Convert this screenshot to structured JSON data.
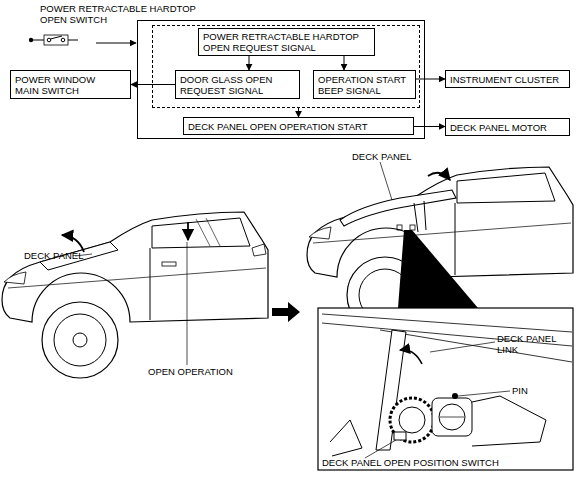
{
  "diagram": {
    "nodes": [
      {
        "text": []
      },
      {
        "text": [],
        "in": 0
      },
      {
        "text": [
          "POWER RETRACTABLE HARDTOP OPEN REQUEST SIGNAL"
        ],
        "in": 1
      },
      {
        "text": [
          "DOOR GLASS OPEN REQUEST SIGNAL"
        ],
        "in": 1
      },
      {
        "text": [
          "OPERATION START BEEP SIGNAL"
        ],
        "in": 1
      },
      {
        "text": [
          "DECK PANEL OPEN OPERATION START"
        ],
        "in": 0
      },
      {
        "text": [
          "POWER WINDOW MAIN SWITCH"
        ]
      },
      {
        "text": [
          "INSTRUMENT CLUSTER"
        ]
      },
      {
        "text": [
          "DECK PANEL MOTOR"
        ]
      }
    ],
    "edges": [
      {
        "from": 2,
        "to": 3,
        "arrow": "to"
      },
      {
        "from": 2,
        "to": 4,
        "arrow": "to"
      },
      {
        "from": 3,
        "to": 6,
        "arrow": "to"
      },
      {
        "from": 4,
        "to": 7,
        "arrow": "to"
      },
      {
        "from": 1,
        "to": 5,
        "arrow": "to"
      },
      {
        "from": 5,
        "to": 8,
        "arrow": "to"
      }
    ],
    "labels": [
      "POWER RETRACTABLE HARDTOP OPEN SWITCH",
      "DECK PANEL",
      "OPEN OPERATION",
      "DECK PANEL",
      "DECK PANEL LINK",
      "PIN",
      "DECK PANEL OPEN POSITION SWITCH"
    ]
  }
}
